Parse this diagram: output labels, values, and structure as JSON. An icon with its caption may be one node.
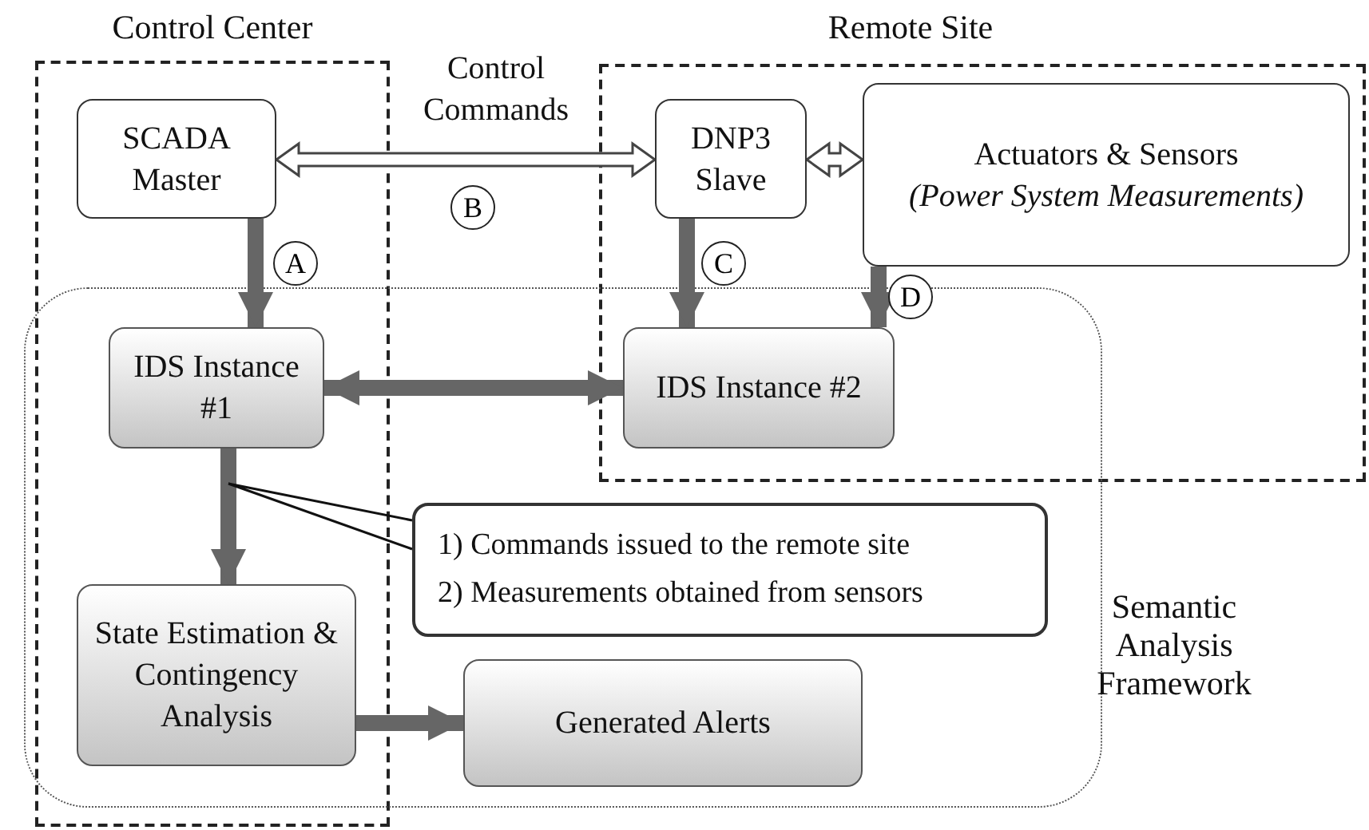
{
  "diagram": {
    "nodes": [
      {
        "text": [
          "Control Center"
        ]
      },
      {
        "text": [
          "Remote Site"
        ]
      },
      {
        "text": [
          "Semantic Analysis Framework"
        ]
      },
      {
        "text": [
          "SCADA Master"
        ],
        "in": 0
      },
      {
        "text": [
          "DNP3 Slave"
        ],
        "in": 1
      },
      {
        "text": [
          "Actuators & Sensors",
          "(Power System Measurements)"
        ],
        "in": 1
      },
      {
        "text": [
          "IDS Instance #1"
        ]
      },
      {
        "text": [
          "IDS Instance #2"
        ]
      },
      {
        "text": [
          "State Estimation & Contingency Analysis"
        ]
      },
      {
        "text": [
          "Generated Alerts"
        ],
        "in": 2
      },
      {
        "text": [
          "1) Commands issued to the remote site",
          "2) Measurements obtained from sensors"
        ],
        "in": 2
      }
    ],
    "edges": [
      {
        "from": 3,
        "to": 6,
        "arrow": "to",
        "label": "A"
      },
      {
        "from": 3,
        "to": 4,
        "arrow": "both",
        "label": "B",
        "color": "#ffffff"
      },
      {
        "from": 4,
        "to": 7,
        "arrow": "to",
        "label": "C"
      },
      {
        "from": 4,
        "to": 5,
        "arrow": "both",
        "color": "#ffffff"
      },
      {
        "from": 5,
        "to": 7,
        "arrow": "to",
        "label": "D"
      },
      {
        "from": 6,
        "to": 7,
        "arrow": "both"
      },
      {
        "from": 6,
        "to": 8,
        "arrow": "to"
      },
      {
        "from": 8,
        "to": 9,
        "arrow": "to"
      },
      {
        "from": 10,
        "to": null,
        "arrow": "none"
      }
    ],
    "labels": [
      "Control Commands"
    ]
  }
}
